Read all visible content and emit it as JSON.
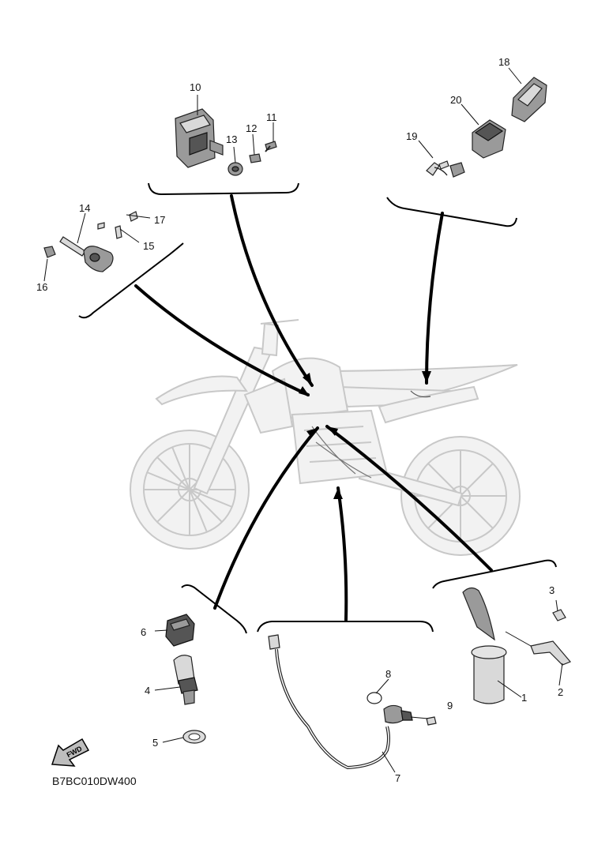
{
  "diagram_code": "B7BC010DW400",
  "fwd_label": "FWD",
  "callouts": [
    {
      "id": "c1",
      "label": "1"
    },
    {
      "id": "c2",
      "label": "2"
    },
    {
      "id": "c3",
      "label": "3"
    },
    {
      "id": "c4",
      "label": "4"
    },
    {
      "id": "c5",
      "label": "5"
    },
    {
      "id": "c6",
      "label": "6"
    },
    {
      "id": "c7",
      "label": "7"
    },
    {
      "id": "c8",
      "label": "8"
    },
    {
      "id": "c9",
      "label": "9"
    },
    {
      "id": "c10",
      "label": "10"
    },
    {
      "id": "c11",
      "label": "11"
    },
    {
      "id": "c12",
      "label": "12"
    },
    {
      "id": "c13",
      "label": "13"
    },
    {
      "id": "c14",
      "label": "14"
    },
    {
      "id": "c15",
      "label": "15"
    },
    {
      "id": "c16",
      "label": "16"
    },
    {
      "id": "c17",
      "label": "17"
    },
    {
      "id": "c18",
      "label": "18"
    },
    {
      "id": "c19",
      "label": "19"
    },
    {
      "id": "c20",
      "label": "20"
    }
  ]
}
